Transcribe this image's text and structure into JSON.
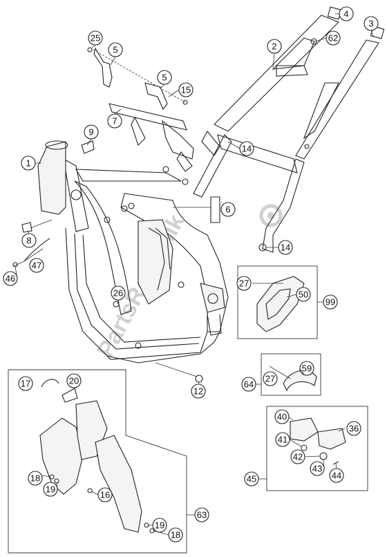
{
  "watermark": {
    "text": "PartsRepublik"
  },
  "callouts": [
    "1",
    "2",
    "3",
    "4",
    "5",
    "5",
    "6",
    "7",
    "8",
    "9",
    "12",
    "14",
    "14",
    "15",
    "25",
    "26",
    "27",
    "27",
    "36",
    "40",
    "41",
    "42",
    "43",
    "44",
    "45",
    "46",
    "47",
    "50",
    "59",
    "62",
    "64",
    "99",
    "17",
    "20",
    "18",
    "19",
    "16",
    "19",
    "18",
    "63"
  ]
}
